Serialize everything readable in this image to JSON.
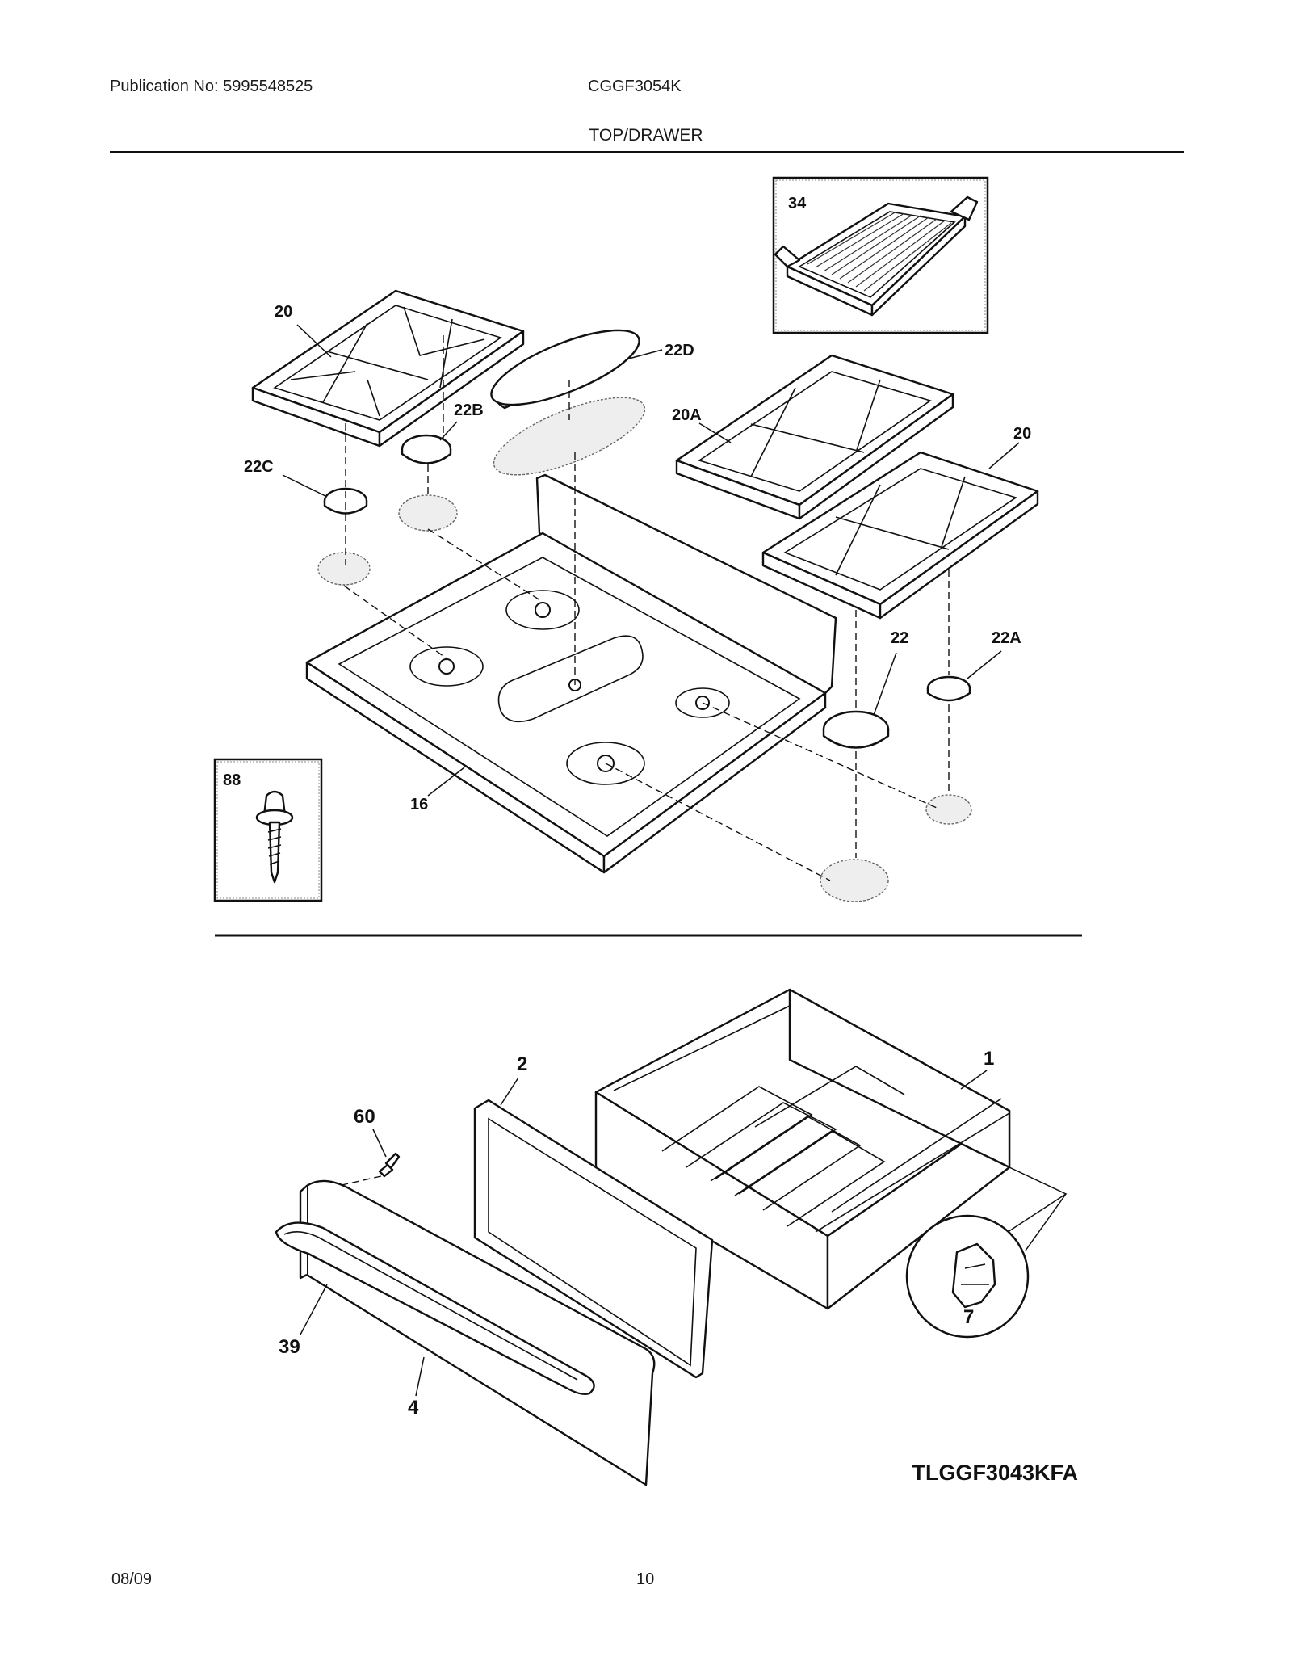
{
  "header": {
    "publication": "Publication No: 5995548525",
    "model": "CGGF3054K",
    "section_title": "TOP/DRAWER"
  },
  "callouts": {
    "c34": "34",
    "c20_left": "20",
    "c22d": "22D",
    "c22b": "22B",
    "c20a": "20A",
    "c20_right": "20",
    "c22c": "22C",
    "c22": "22",
    "c22a": "22A",
    "c88": "88",
    "c16": "16",
    "c1": "1",
    "c2": "2",
    "c60": "60",
    "c7": "7",
    "c39": "39",
    "c4": "4"
  },
  "diagram_ref": "TLGGF3043KFA",
  "footer": {
    "date": "08/09",
    "page": "10"
  }
}
